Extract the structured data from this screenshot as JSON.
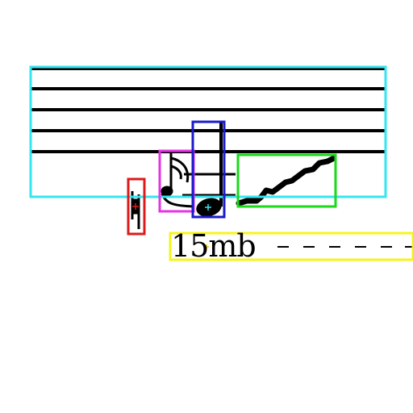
{
  "annotation": {
    "text": "15mb",
    "colors": {
      "staff_box": "#33e6f0",
      "flag_box": "#e633e6",
      "notehead_box": "#1a1acc",
      "trill_box": "#19d919",
      "accidental_box": "#dd1a1a",
      "text_box": "#f5f51a"
    }
  },
  "icons": {
    "staff": "five-line-staff",
    "flag": "eighth-note-flag",
    "notehead": "filled-notehead-with-stem",
    "trill": "trill-wavy-line",
    "accidental": "natural-sign",
    "ottava": "ottava-dashed-line"
  }
}
